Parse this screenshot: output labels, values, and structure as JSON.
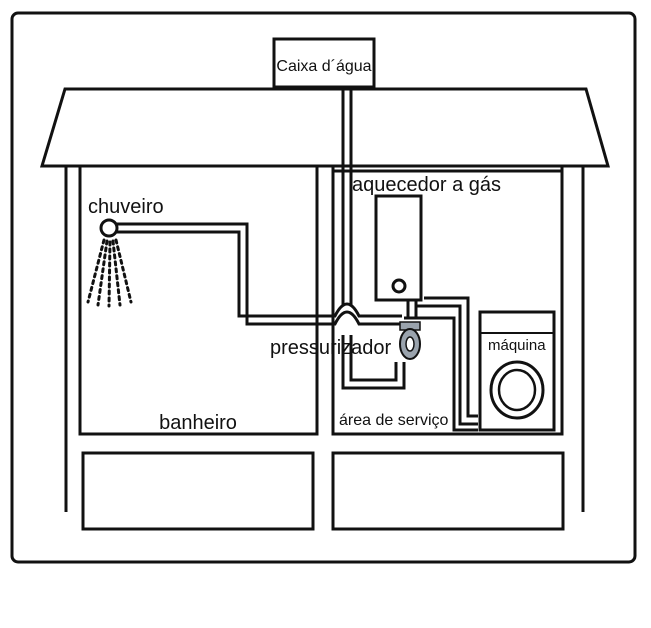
{
  "labels": {
    "water_tank": "Caixa d´água",
    "shower": "chuveiro",
    "gas_heater": "aquecedor a gás",
    "pressurizer": "pressurizador",
    "washing_machine": "máquina",
    "bathroom": "banheiro",
    "service_area": "área de serviço"
  },
  "colors": {
    "line": "#111111",
    "background": "#ffffff",
    "pressurizer_body": "#9aa3ad"
  },
  "icons": {
    "shower_head": "shower-head-icon",
    "water_spray": "water-spray-icon",
    "heater_pilot": "heater-pilot-icon",
    "pressurizer": "pressurizer-pump-icon",
    "machine_door": "washing-machine-door-icon"
  }
}
